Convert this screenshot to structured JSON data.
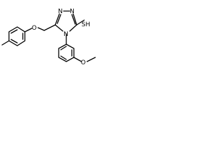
{
  "molecule": {
    "atoms": {
      "ether_oxygen": "O",
      "triazole_n1": "N",
      "triazole_n2": "N",
      "triazole_n4": "N",
      "thiol": "SH",
      "methoxy_oxygen": "O"
    }
  }
}
